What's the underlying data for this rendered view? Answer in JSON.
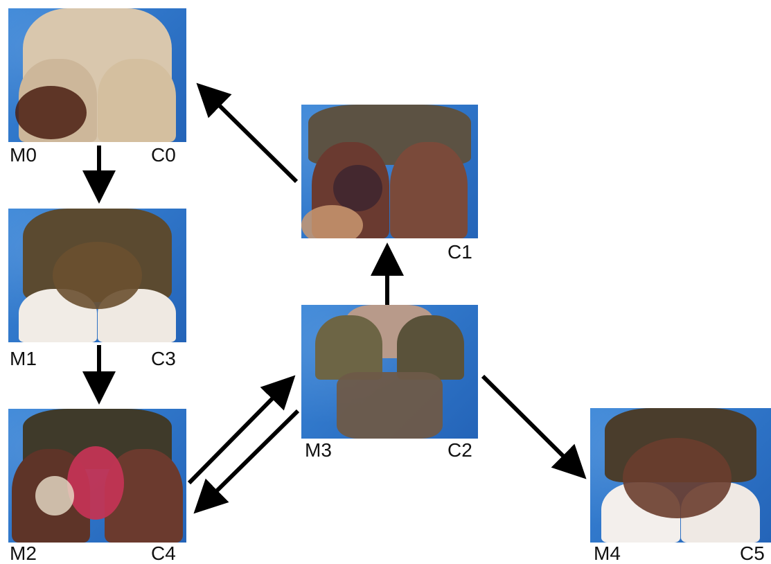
{
  "stages": [
    {
      "id": "M0",
      "m_label": "M0",
      "c_label": "C0",
      "colors": {
        "hoof": "#d9c7ad",
        "claw": "#cdb79a",
        "lesion": "#4a1f12"
      }
    },
    {
      "id": "M1",
      "m_label": "M1",
      "c_label": "C3",
      "colors": {
        "hoof": "#5b4a30",
        "claw": "#f1ece6",
        "lesion": "#7a3a2a"
      }
    },
    {
      "id": "M2",
      "m_label": "M2",
      "c_label": "C4",
      "colors": {
        "hoof": "#3f3a2a",
        "claw": "#6b3a2e",
        "lesion": "#c23454"
      }
    },
    {
      "id": "C1",
      "m_label": "",
      "c_label": "C1",
      "colors": {
        "hoof": "#5c5243",
        "claw": "#7a4a3a",
        "lesion": "#3b2430"
      }
    },
    {
      "id": "M3",
      "m_label": "M3",
      "c_label": "C2",
      "colors": {
        "hoof": "#6d6545",
        "claw": "#6e5a48",
        "lesion": "#b88a8a"
      }
    },
    {
      "id": "M4",
      "m_label": "M4",
      "c_label": "C5",
      "colors": {
        "hoof": "#4a3d2c",
        "claw": "#f3efec",
        "lesion": "#6a3d2e"
      }
    }
  ],
  "arrow_color": "#000000"
}
